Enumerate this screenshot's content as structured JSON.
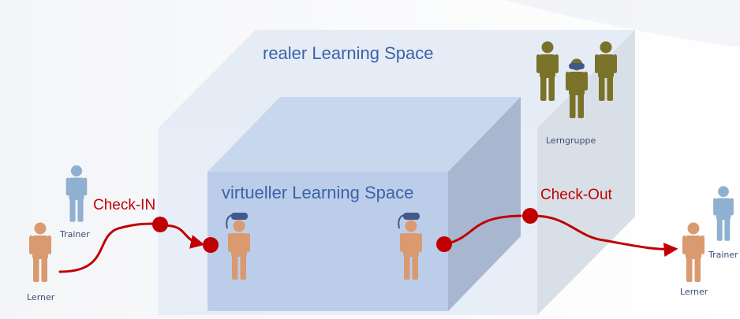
{
  "labels": {
    "real_space": "realer Learning Space",
    "virtual_space": "virtueller Learning Space",
    "check_in": "Check-IN",
    "check_out": "Check-Out",
    "trainer_left": "Trainer",
    "learner_left": "Lerner",
    "trainer_right": "Trainer",
    "learner_right": "Lerner",
    "group": "Lerngruppe"
  },
  "colors": {
    "learner": "#d99a70",
    "trainer": "#8fb0d0",
    "group": "#7a7228",
    "flow": "#c00000",
    "headset": "#3f5a8a",
    "accent_text": "#3a63a8"
  },
  "icons": [
    "person-icon",
    "vr-headset-icon",
    "flow-arrow-icon"
  ]
}
